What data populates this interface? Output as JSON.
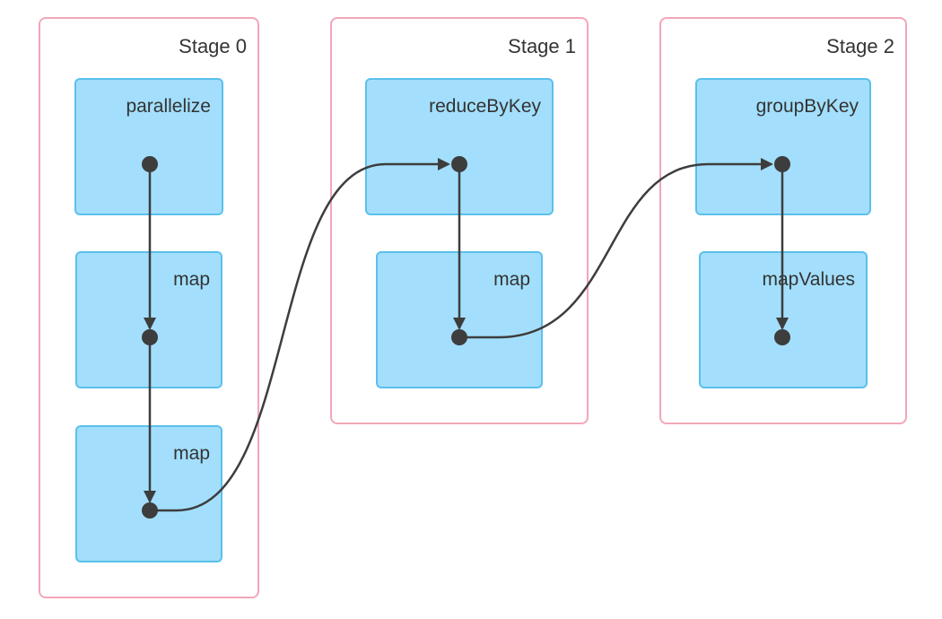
{
  "stages": [
    {
      "label": "Stage 0",
      "operations": [
        {
          "label": "parallelize"
        },
        {
          "label": "map"
        },
        {
          "label": "map"
        }
      ]
    },
    {
      "label": "Stage 1",
      "operations": [
        {
          "label": "reduceByKey"
        },
        {
          "label": "map"
        }
      ]
    },
    {
      "label": "Stage 2",
      "operations": [
        {
          "label": "groupByKey"
        },
        {
          "label": "mapValues"
        }
      ]
    }
  ],
  "colors": {
    "stage_border": "#f2a7b8",
    "operation_fill": "#a3dffc",
    "operation_border": "#5bc0eb",
    "edge": "#3d3d3d",
    "text": "#333333"
  }
}
